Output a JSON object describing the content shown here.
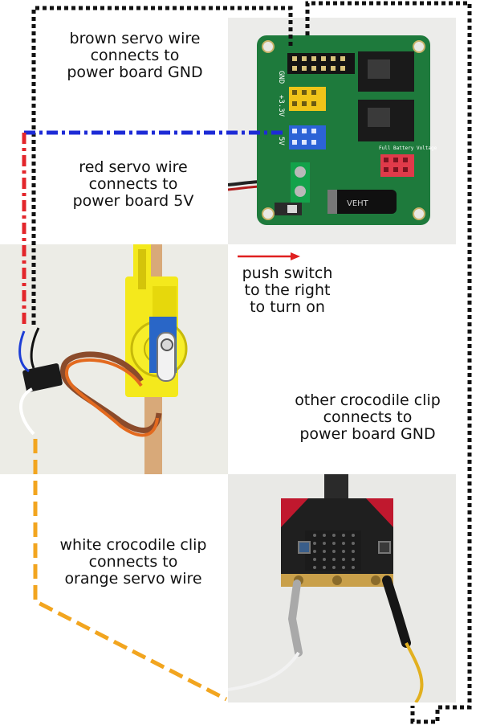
{
  "labels": {
    "brown_wire": [
      "brown servo wire",
      "connects to",
      "power board GND"
    ],
    "red_wire": [
      "red servo wire",
      "connects to",
      "power board 5V"
    ],
    "switch": [
      "push switch",
      "to the right",
      "to turn on"
    ],
    "other_clip": [
      "other crocodile clip",
      "connects to",
      "power board GND"
    ],
    "white_clip": [
      "white crocodile clip",
      "connects to",
      "orange servo wire"
    ]
  },
  "board_text": {
    "gnd": "GND",
    "v33": "+3.3V",
    "v5": "5V",
    "full_battery": "Full Battery Voltage",
    "capacitor": "VEHT"
  },
  "colors": {
    "gnd_wire": "#111111",
    "five_v_wire": "#1d2bd6",
    "red_wire": "#e3262b",
    "orange_wire": "#f2a51f",
    "switch_arrow": "#e02020",
    "pcb_green": "#1e7a3c",
    "microbit_black": "#1f1f1f",
    "servo_yellow": "#f4e91c"
  },
  "icons": {
    "arrow": "right-arrow-icon"
  }
}
